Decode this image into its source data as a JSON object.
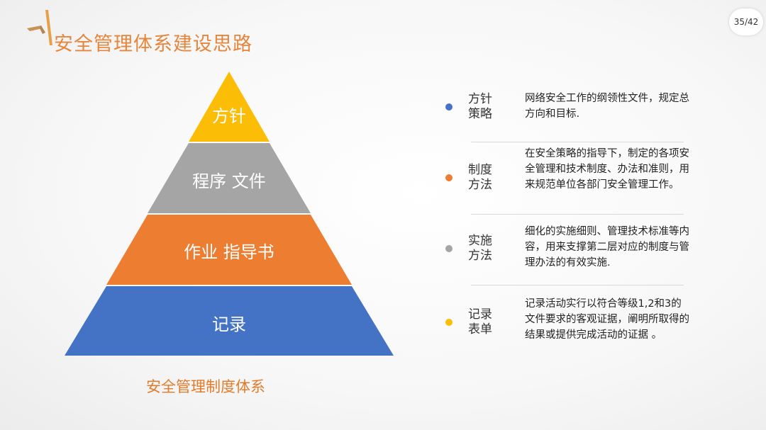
{
  "title": "安全管理体系建设思路",
  "page_counter": "35/42",
  "pyramid": {
    "levels": [
      {
        "label": "方针",
        "color": "#fbbd06"
      },
      {
        "label": "程序 文件",
        "color": "#a5a5a5"
      },
      {
        "label": "作业 指导书",
        "color": "#ed7d31"
      },
      {
        "label": "记录",
        "color": "#4472c4"
      }
    ],
    "caption": "安全管理制度体系"
  },
  "items": [
    {
      "key": "方针\n策略",
      "bullet_color": "#4472c4",
      "desc": "网络安全工作的纲领性文件，规定总方向和目标."
    },
    {
      "key": "制度\n方法",
      "bullet_color": "#ed7d31",
      "desc": "在安全策略的指导下，制定的各项安全管理和技术制度、办法和准则，用来规范单位各部门安全管理工作。"
    },
    {
      "key": "实施\n方法",
      "bullet_color": "#a5a5a5",
      "desc": "细化的实施细则、管理技术标准等内容，用来支撑第二层对应的制度与管理办法的有效实施."
    },
    {
      "key": "记录\n表单",
      "bullet_color": "#fbbd06",
      "desc": "记录活动实行以符合等级1,2和3的文件要求的客观证据，阐明所取得的结果或提供完成活动的证据 。"
    }
  ],
  "accent_color": "#e6853c"
}
